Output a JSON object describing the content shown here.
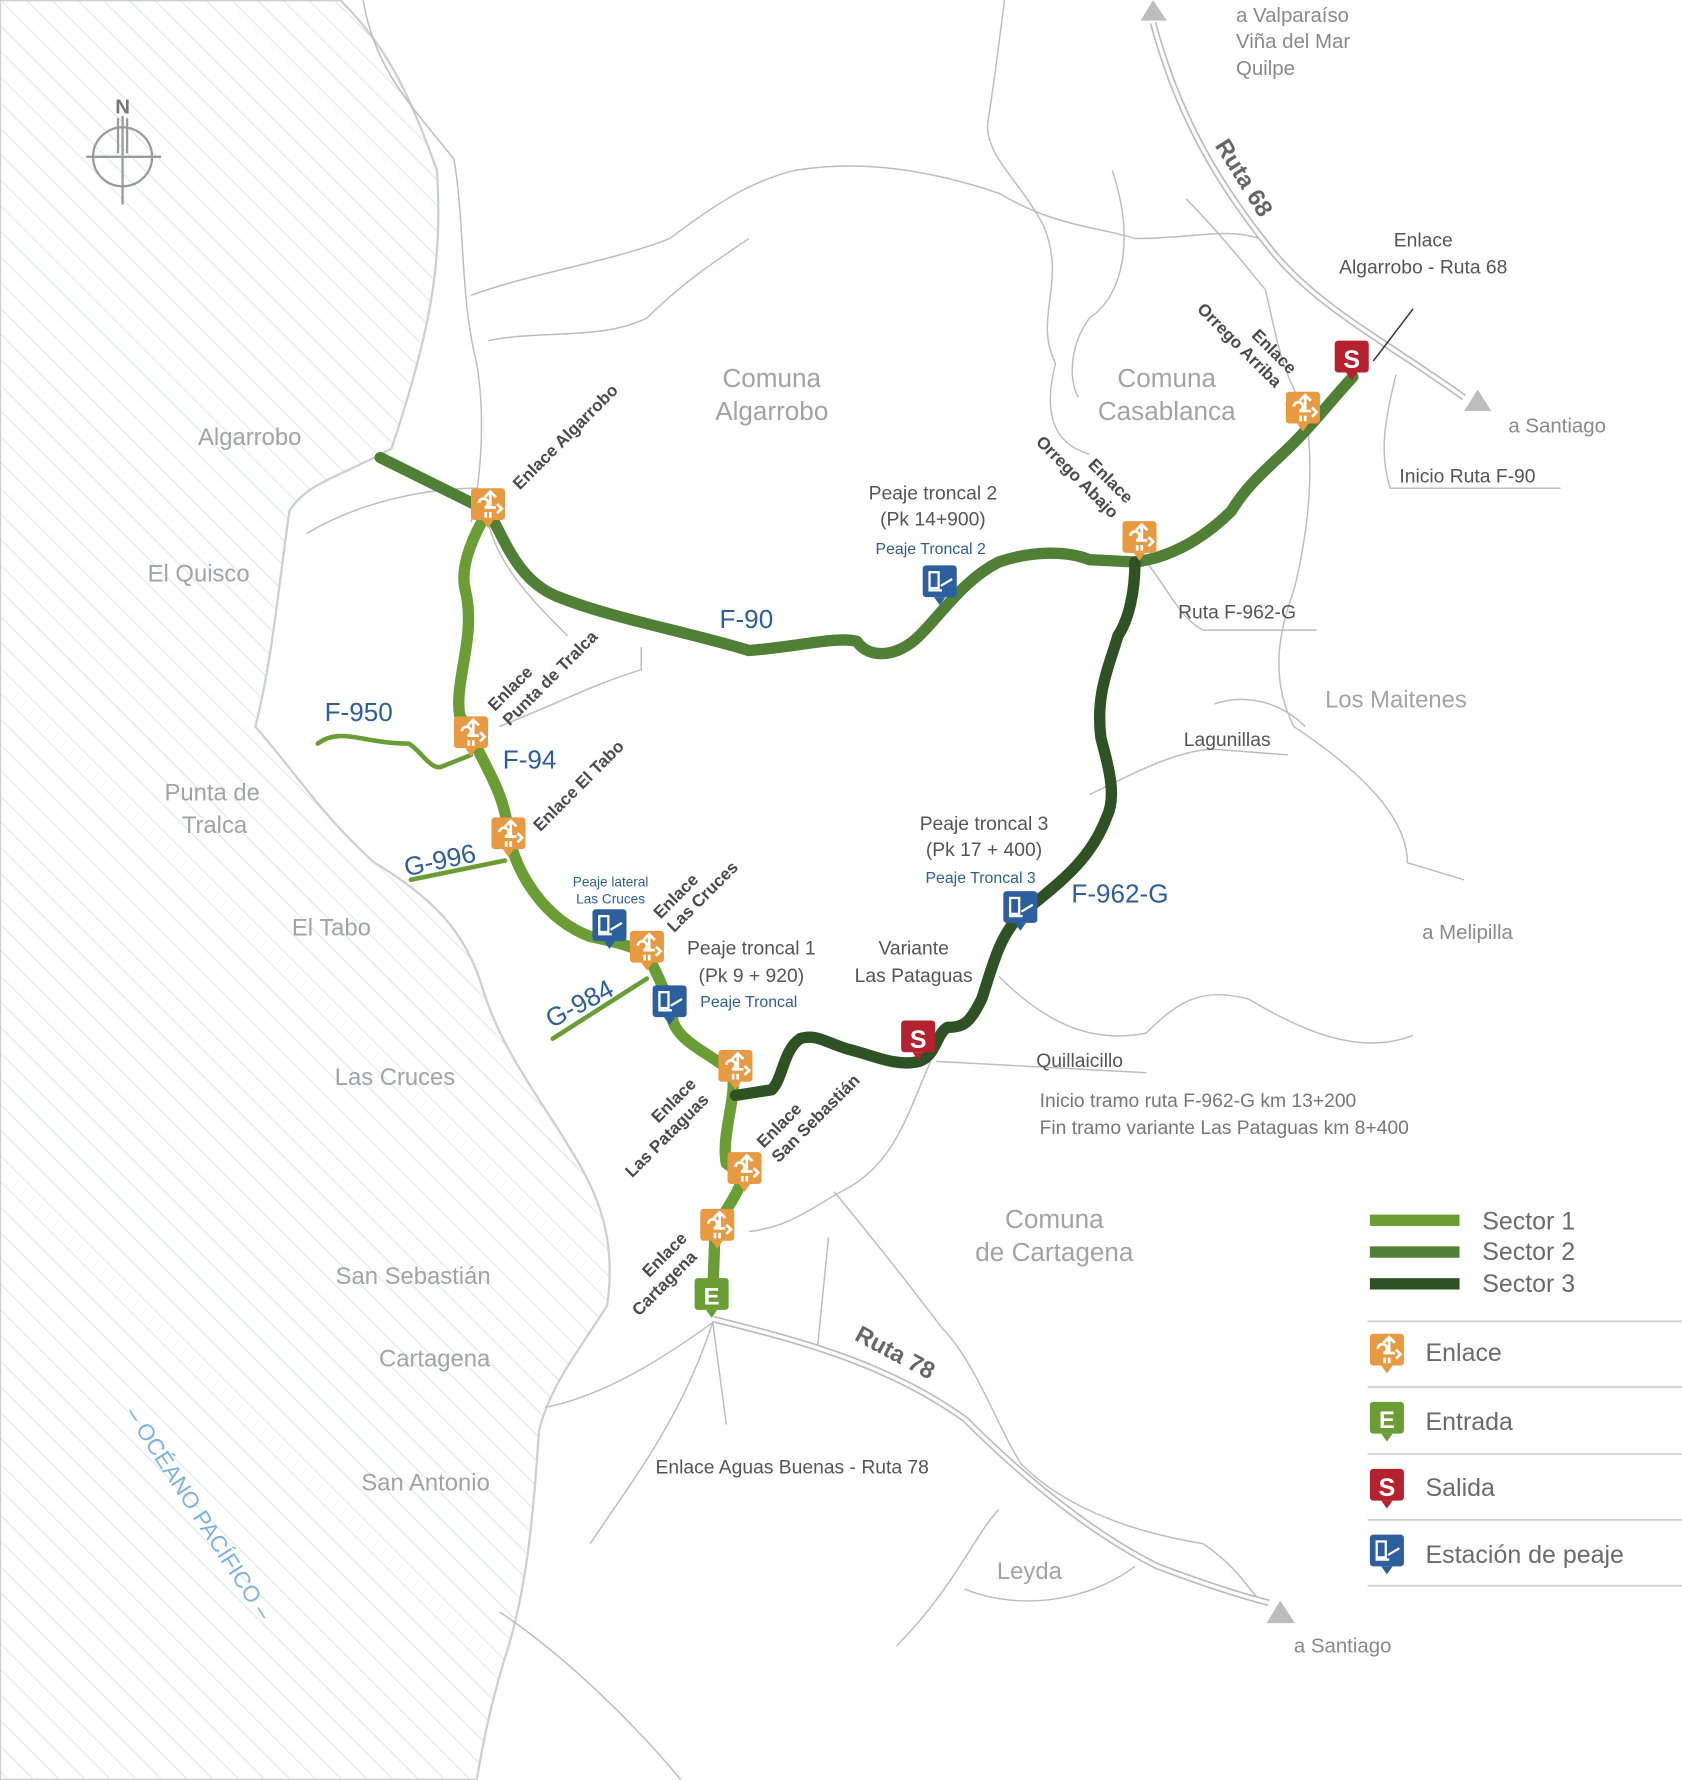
{
  "compass": {
    "label": "N"
  },
  "colors": {
    "sector_1": "#6a9e35",
    "sector_2": "#507f36",
    "sector_3": "#2f5224",
    "enlace": "#e89a43",
    "entrada": "#6a9e35",
    "salida": "#b5222f",
    "peaje": "#2d5f9e",
    "ocean_hatch": "#cfe0ee"
  },
  "places": {
    "algarrobo": "Algarrobo",
    "el_quisco": "El Quisco",
    "punta_de_tralca_1": "Punta de",
    "punta_de_tralca_2": "Tralca",
    "el_tabo": "El Tabo",
    "las_cruces": "Las Cruces",
    "san_sebastian": "San Sebastián",
    "cartagena": "Cartagena",
    "san_antonio": "San Antonio",
    "leyda": "Leyda",
    "los_maitenes": "Los Maitenes",
    "comuna_algarrobo_1": "Comuna",
    "comuna_algarrobo_2": "Algarrobo",
    "comuna_casablanca_1": "Comuna",
    "comuna_casablanca_2": "Casablanca",
    "comuna_cartagena_1": "Comuna",
    "comuna_cartagena_2": "de Cartagena",
    "ocean": "– OCÉANO PACÍFICO –"
  },
  "destinations": {
    "valparaiso_1": "a Valparaíso",
    "valparaiso_2": "Viña del Mar",
    "valparaiso_3": "Quilpe",
    "santiago_north": "a Santiago",
    "melipilla": "a Melipilla",
    "santiago_south": "a Santiago"
  },
  "roads": {
    "f90": "F-90",
    "f950": "F-950",
    "f94": "F-94",
    "g996": "G-996",
    "g984": "G-984",
    "f962g": "F-962-G",
    "ruta68": "Ruta 68",
    "ruta78": "Ruta 78"
  },
  "interchanges": {
    "algarrobo": "Enlace Algarrobo",
    "punta_tralca_1": "Enlace",
    "punta_tralca_2": "Punta de Tralca",
    "el_tabo": "Enlace El Tabo",
    "las_cruces_1": "Enlace",
    "las_cruces_2": "Las Cruces",
    "las_pataguas_1": "Enlace",
    "las_pataguas_2": "Las Pataguas",
    "san_sebastian_1": "Enlace",
    "san_sebastian_2": "San Sebastián",
    "cartagena_1": "Enlace",
    "cartagena_2": "Cartagena",
    "orrego_abajo_1": "Enlace",
    "orrego_abajo_2": "Orrego Abajo",
    "orrego_arriba_1": "Enlace",
    "orrego_arriba_2": "Orrego Arriba"
  },
  "tolls": {
    "troncal2_1": "Peaje troncal 2",
    "troncal2_2": "(Pk 14+900)",
    "troncal2_sub": "Peaje Troncal 2",
    "troncal3_1": "Peaje troncal 3",
    "troncal3_2": "(Pk 17 + 400)",
    "troncal3_sub": "Peaje Troncal 3",
    "troncal1_1": "Peaje troncal 1",
    "troncal1_2": "(Pk 9 + 920)",
    "troncal1_sub": "Peaje Troncal",
    "lateral_1": "Peaje lateral",
    "lateral_2": "Las Cruces"
  },
  "annotations": {
    "enlace_ruta68_1": "Enlace",
    "enlace_ruta68_2": "Algarrobo - Ruta 68",
    "inicio_f90": "Inicio Ruta F-90",
    "ruta_f962g": "Ruta F-962-G",
    "lagunillas": "Lagunillas",
    "variante_1": "Variante",
    "variante_2": "Las Pataguas",
    "quillaicillo": "Quillaicillo",
    "tramo_1": "Inicio tramo ruta F-962-G km 13+200",
    "tramo_2": "Fin tramo variante Las Pataguas km 8+400",
    "aguas_buenas": "Enlace Aguas Buenas - Ruta 78"
  },
  "markers": {
    "entrada_letter": "E",
    "salida_letter": "S"
  },
  "legend": {
    "sectors": [
      "Sector 1",
      "Sector 2",
      "Sector 3"
    ],
    "symbols": [
      {
        "icon": "enlace-icon",
        "label": "Enlace"
      },
      {
        "icon": "entrada-icon",
        "label": "Entrada"
      },
      {
        "icon": "salida-icon",
        "label": "Salida"
      },
      {
        "icon": "toll-station-icon",
        "label": "Estación de peaje"
      }
    ]
  }
}
